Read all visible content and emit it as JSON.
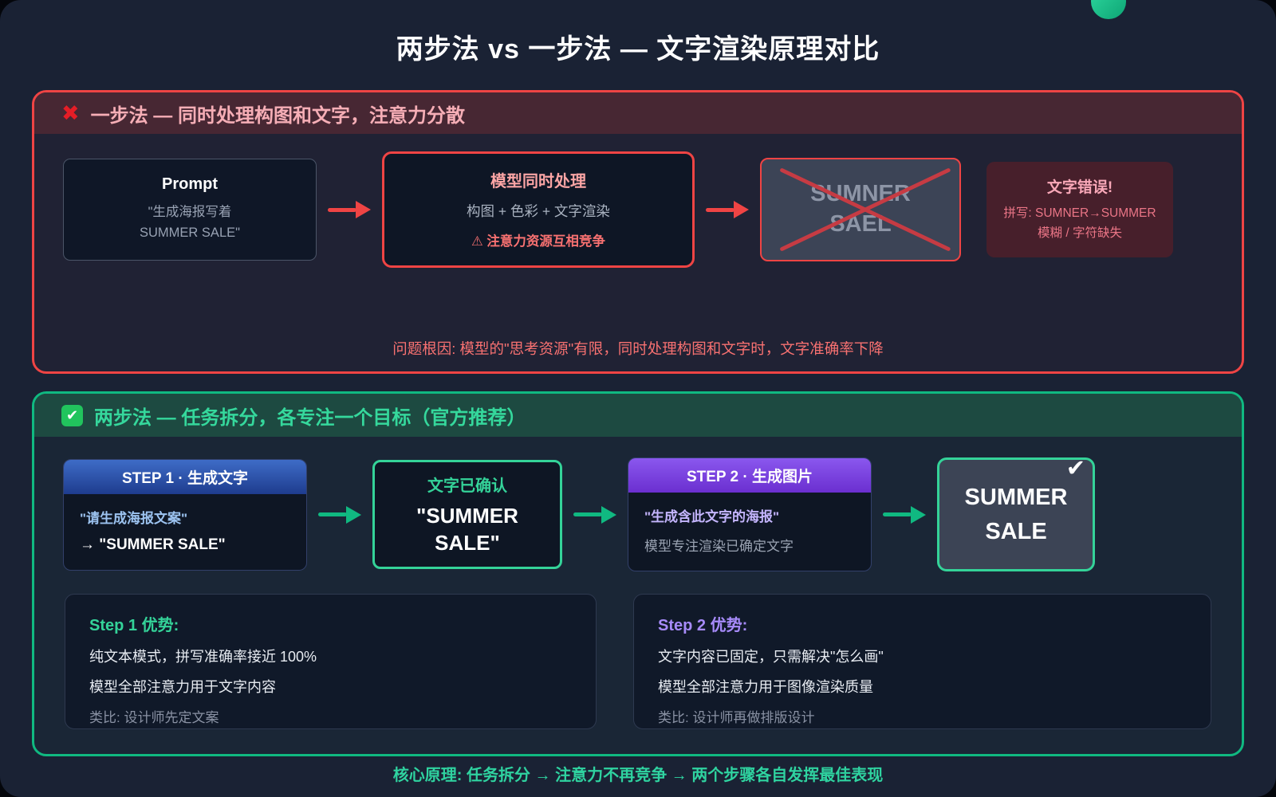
{
  "title": "两步法 vs 一步法 — 文字渲染原理对比",
  "icons": {
    "cross_mark": "✖",
    "check_mark": "✔",
    "result_check": "✔"
  },
  "colors": {
    "red_accent": "#ef4444",
    "green_accent": "#10b981",
    "blue_header": "#1e3c8e",
    "purple_header": "#6b2fd0",
    "page_bg": "#1a2234"
  },
  "red_section": {
    "header": "一步法 — 同时处理构图和文字，注意力分散",
    "prompt_box": {
      "title": "Prompt",
      "line1": "\"生成海报写着",
      "line2": "SUMMER SALE\""
    },
    "model_box": {
      "title": "模型同时处理",
      "line": "构图 + 色彩 + 文字渲染",
      "warning": "⚠ 注意力资源互相竞争"
    },
    "crossed_box": {
      "text": "SUMNER SAEL"
    },
    "error_box": {
      "title": "文字错误!",
      "line1": "拼写: SUMNER→SUMMER",
      "line2": "模糊 / 字符缺失"
    },
    "note": "问题根因: 模型的\"思考资源\"有限，同时处理构图和文字时，文字准确率下降"
  },
  "green_section": {
    "header": "两步法 — 任务拆分，各专注一个目标（官方推荐）",
    "step1_box": {
      "header": "STEP 1 · 生成文字",
      "line1": "\"请生成海报文案\"",
      "line2": "→ \"SUMMER SALE\""
    },
    "confirm_box": {
      "title": "文字已确认",
      "value": "\"SUMMER SALE\""
    },
    "step2_box": {
      "header": "STEP 2 · 生成图片",
      "line1": "\"生成含此文字的海报\"",
      "line2": "模型专注渲染已确定文字"
    },
    "result_box": {
      "text": "SUMMER SALE"
    },
    "adv1": {
      "title": "Step 1 优势:",
      "lines": [
        "纯文本模式，拼写准确率接近 100%",
        "模型全部注意力用于文字内容"
      ],
      "note": "类比: 设计师先定文案"
    },
    "adv2": {
      "title": "Step 2 优势:",
      "lines": [
        "文字内容已固定，只需解决\"怎么画\"",
        "模型全部注意力用于图像渲染质量"
      ],
      "note": "类比: 设计师再做排版设计"
    }
  },
  "footer": "核心原理: 任务拆分 → 注意力不再竞争 → 两个步骤各自发挥最佳表现"
}
